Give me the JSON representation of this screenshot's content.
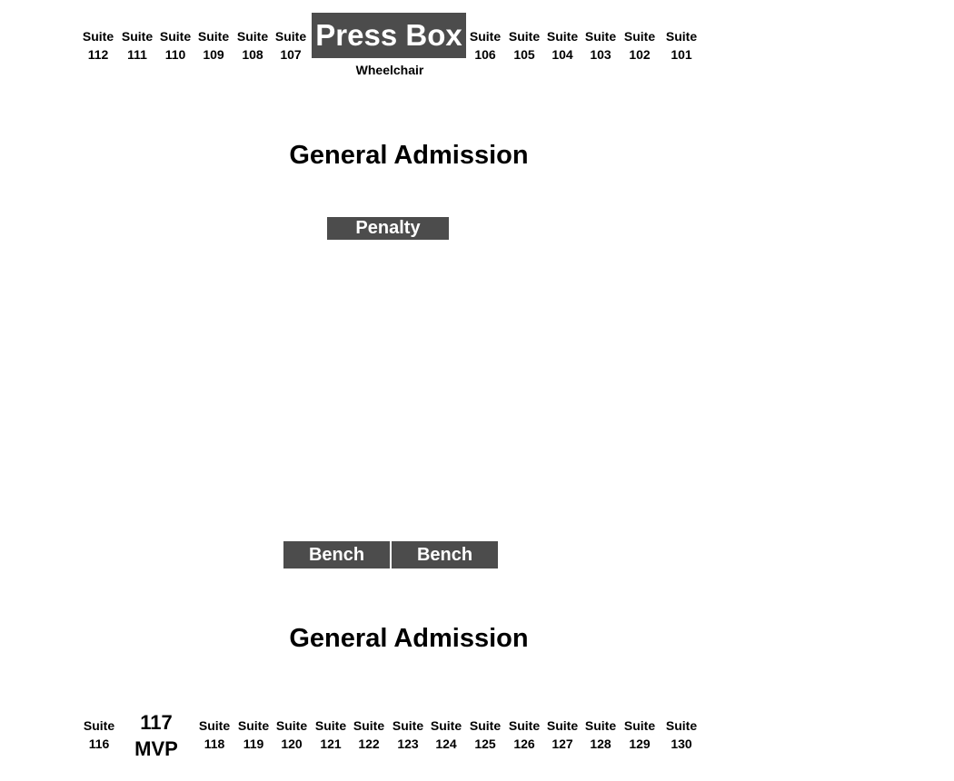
{
  "colors": {
    "box_fill": "#4c4c4c",
    "box_text": "#ffffff",
    "text": "#000000"
  },
  "top_suites_left": [
    {
      "word": "Suite",
      "num": "112"
    },
    {
      "word": "Suite",
      "num": "111"
    },
    {
      "word": "Suite",
      "num": "110"
    },
    {
      "word": "Suite",
      "num": "109"
    },
    {
      "word": "Suite",
      "num": "108"
    },
    {
      "word": "Suite",
      "num": "107"
    }
  ],
  "press_box": "Press Box",
  "wheelchair": "Wheelchair",
  "top_suites_right": [
    {
      "word": "Suite",
      "num": "106"
    },
    {
      "word": "Suite",
      "num": "105"
    },
    {
      "word": "Suite",
      "num": "104"
    },
    {
      "word": "Suite",
      "num": "103"
    },
    {
      "word": "Suite",
      "num": "102"
    },
    {
      "word": "Suite",
      "num": "101"
    }
  ],
  "general_admission_top": "General Admission",
  "penalty": "Penalty",
  "bench_left": "Bench",
  "bench_right": "Bench",
  "general_admission_bottom": "General Admission",
  "bottom_first_suite": {
    "word": "Suite",
    "num": "116"
  },
  "mvp_suite": {
    "num": "117",
    "label": "MVP"
  },
  "bottom_suites": [
    {
      "word": "Suite",
      "num": "118"
    },
    {
      "word": "Suite",
      "num": "119"
    },
    {
      "word": "Suite",
      "num": "120"
    },
    {
      "word": "Suite",
      "num": "121"
    },
    {
      "word": "Suite",
      "num": "122"
    },
    {
      "word": "Suite",
      "num": "123"
    },
    {
      "word": "Suite",
      "num": "124"
    },
    {
      "word": "Suite",
      "num": "125"
    },
    {
      "word": "Suite",
      "num": "126"
    },
    {
      "word": "Suite",
      "num": "127"
    },
    {
      "word": "Suite",
      "num": "128"
    },
    {
      "word": "Suite",
      "num": "129"
    },
    {
      "word": "Suite",
      "num": "130"
    }
  ]
}
